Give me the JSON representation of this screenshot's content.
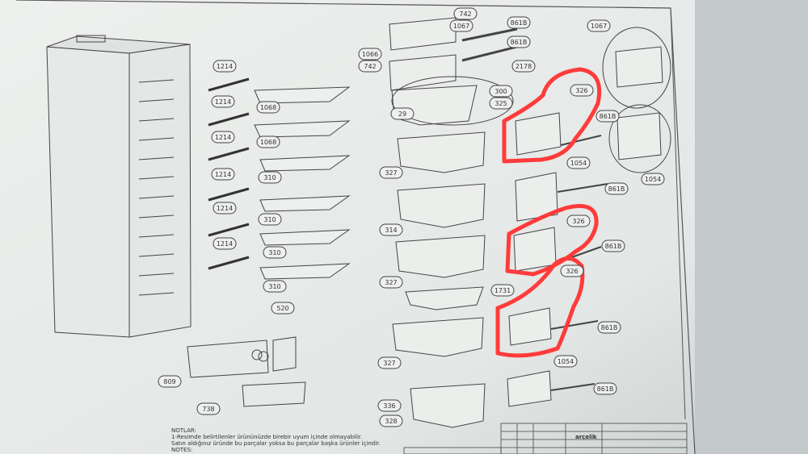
{
  "callouts": [
    "1214",
    "1214",
    "1214",
    "1214",
    "1214",
    "1214",
    "1068",
    "1068",
    "310",
    "310",
    "310",
    "310",
    "742",
    "1067",
    "861B",
    "861B",
    "1066",
    "742",
    "2178",
    "300",
    "325",
    "29",
    "327",
    "314",
    "327",
    "1731",
    "327",
    "336",
    "328",
    "520",
    "809",
    "738",
    "1067",
    "326",
    "861B",
    "1054",
    "1054",
    "861B",
    "326",
    "861B",
    "326",
    "861B",
    "1054",
    "861B"
  ],
  "notes": {
    "heading": "NOTLAR:",
    "line1": "1-Resimde belirtilenler ürününüzde birebir uyum içinde olmayabilir.",
    "line2": "Satın aldığınız üründe bu parçalar yoksa bu parçalar başka ürünler içindir.",
    "heading_en": "NOTES:"
  },
  "title_block": {
    "logo": "arçelik"
  },
  "colors": {
    "highlight": "#ff3b3b",
    "line": "#444444",
    "paper": "#e9ecea"
  }
}
